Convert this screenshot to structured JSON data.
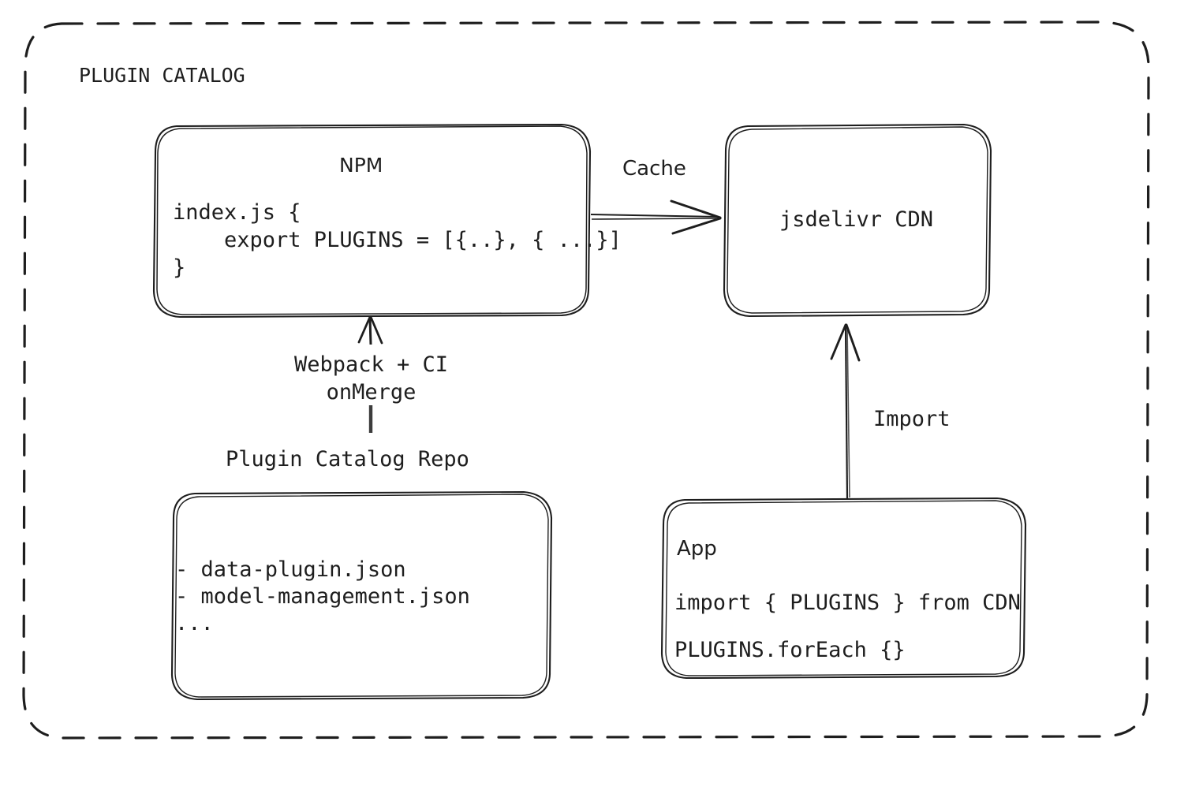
{
  "diagram": {
    "title": "PLUGIN CATALOG",
    "background": "#ffffff",
    "stroke": "#1e1e1e",
    "style": "hand-drawn"
  },
  "nodes": {
    "npm": {
      "title": "NPM",
      "code": "index.js {\n    export PLUGINS = [{..}, { ...}]\n}"
    },
    "cdn": {
      "title": "jsdelivr CDN"
    },
    "repo": {
      "label": "Plugin Catalog Repo",
      "files": "- data-plugin.json\n- model-management.json\n..."
    },
    "app": {
      "title": "App",
      "line1": "import { PLUGINS } from CDN",
      "line2": "PLUGINS.forEach {}"
    }
  },
  "edges": {
    "cache": "Cache",
    "webpack": "Webpack + CI\nonMerge",
    "import": "Import"
  }
}
